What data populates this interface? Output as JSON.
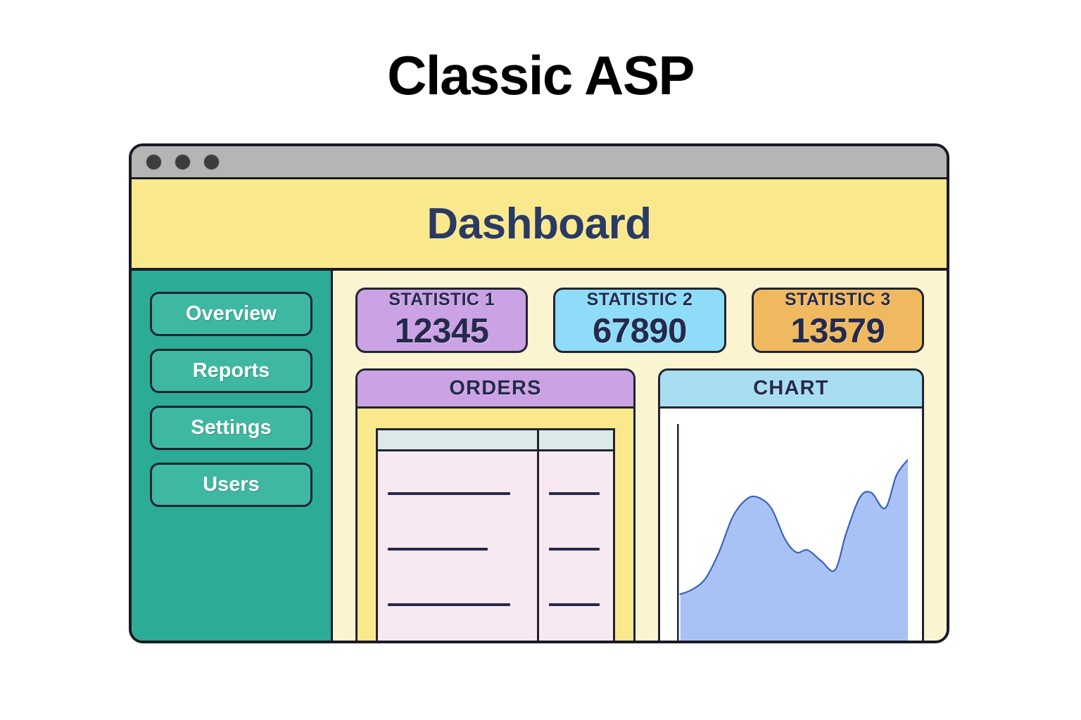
{
  "page": {
    "title": "Classic ASP",
    "background": "#ffffff"
  },
  "window": {
    "titlebar": {
      "dots": [
        "close-dot",
        "minimize-dot",
        "maximize-dot"
      ],
      "color": "#b5b5b5"
    },
    "header": {
      "title": "Dashboard",
      "background": "#fae88c",
      "text_color": "#2b3a63"
    }
  },
  "sidebar": {
    "background": "#2cab96",
    "button_color": "#3fb8a2",
    "items": [
      {
        "label": "Overview"
      },
      {
        "label": "Reports"
      },
      {
        "label": "Settings"
      },
      {
        "label": "Users"
      }
    ]
  },
  "main": {
    "background": "#faf4d0",
    "stats": [
      {
        "label": "STATISTIC 1",
        "value": "12345",
        "color": "#cba2e3"
      },
      {
        "label": "STATISTIC 2",
        "value": "67890",
        "color": "#8fdcf8"
      },
      {
        "label": "STATISTIC 3",
        "value": "13579",
        "color": "#f0b95f"
      }
    ],
    "orders_panel": {
      "title": "ORDERS",
      "header_color": "#cba2e3",
      "body_color": "#fae88c",
      "table": {
        "header_color": "#dbe9e9",
        "body_color": "#f8e8f2",
        "columns": [
          "order-column-wide",
          "order-column-narrow"
        ],
        "rows": [
          {
            "wide_width": "88%",
            "narrow_width": "93%"
          },
          {
            "wide_width": "72%",
            "narrow_width": "93%"
          },
          {
            "wide_width": "88%",
            "narrow_width": "93%"
          }
        ]
      }
    },
    "chart_panel": {
      "title": "CHART",
      "header_color": "#a8dcf0",
      "body_color": "#ffffff",
      "line_color": "#3a62bf",
      "fill_color": "#a9c2f5",
      "axis_color": "#1f2430"
    }
  },
  "chart_data": {
    "type": "area",
    "title": "CHART",
    "xlabel": "",
    "ylabel": "",
    "grid": false,
    "legend": "none",
    "x": [
      0,
      5,
      11,
      17,
      23,
      29,
      34,
      40,
      46,
      51,
      56,
      62,
      68,
      73,
      79,
      84,
      90,
      95,
      100
    ],
    "values": [
      27,
      29,
      34,
      46,
      62,
      70,
      71,
      66,
      52,
      46,
      47,
      42,
      38,
      55,
      71,
      73,
      66,
      81,
      88
    ],
    "ylim": [
      0,
      100
    ],
    "xlim": [
      0,
      100
    ]
  }
}
